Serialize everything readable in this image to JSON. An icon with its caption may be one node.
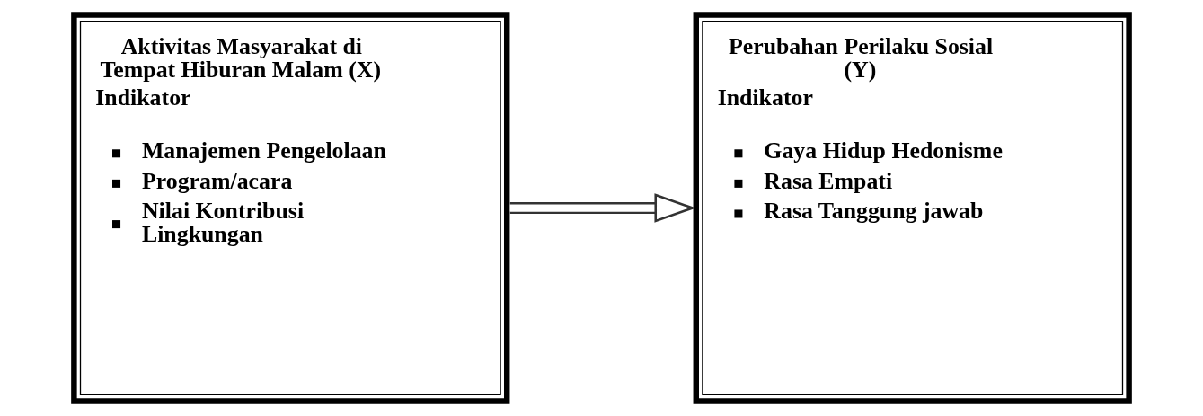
{
  "diagram": {
    "nodes": [
      {
        "text": [
          "Aktivitas Masyarakat di Tempat Hiburan Malam (X)",
          "Indikator",
          "Manajemen Pengelolaan",
          "Program/acara",
          "Nilai Kontribusi Lingkungan"
        ]
      },
      {
        "text": [
          "Perubahan Perilaku Sosial (Y)",
          "Indikator",
          "Gaya Hidup Hedonisme",
          "Rasa Empati",
          "Rasa Tanggung jawab"
        ]
      }
    ],
    "edges": [
      {
        "from": 0,
        "to": 1,
        "arrow": "to"
      }
    ]
  }
}
